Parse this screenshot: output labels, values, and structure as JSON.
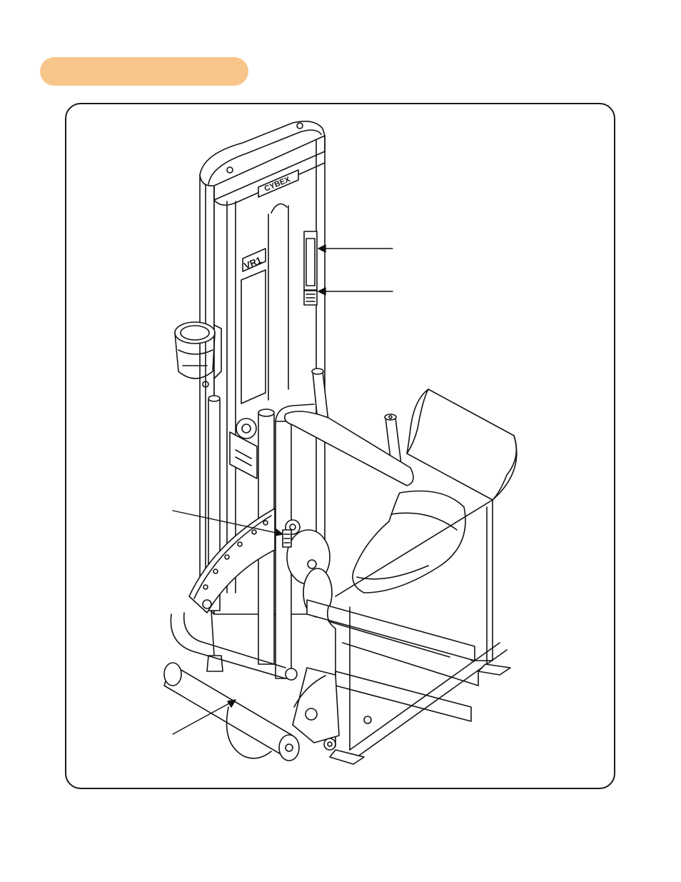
{
  "section_tab": {
    "color": "#f8c68a",
    "label": ""
  },
  "machine": {
    "logo_text": "CYBEX",
    "model_label": "VR1"
  },
  "callouts": [
    {
      "id": "warning-decal-upper",
      "label": ""
    },
    {
      "id": "warning-decal-lower",
      "label": ""
    },
    {
      "id": "label-on-arm",
      "label": ""
    },
    {
      "id": "label-on-roller",
      "label": ""
    }
  ]
}
